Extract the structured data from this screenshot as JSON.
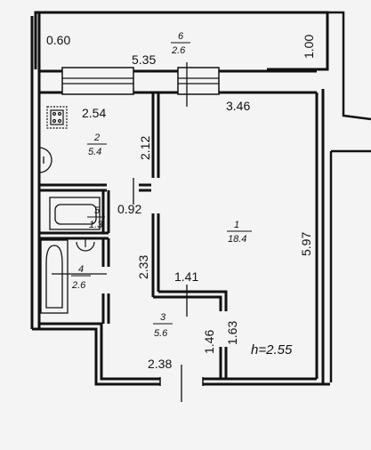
{
  "plan": {
    "ceiling_height": "h=2.55",
    "rooms": [
      {
        "number": "1",
        "area": "18.4"
      },
      {
        "number": "2",
        "area": "5.4"
      },
      {
        "number": "3",
        "area": "5.6"
      },
      {
        "number": "4",
        "area": "2.6"
      },
      {
        "number": "5",
        "area": "1.3"
      },
      {
        "number": "6",
        "area": "2.6"
      }
    ],
    "dimensions": {
      "balcony_depth_left": "0.60",
      "balcony_length": "5.35",
      "balcony_depth_right": "1.00",
      "kitchen_width": "2.54",
      "kitchen_depth": "2.12",
      "room_width": "3.46",
      "room_length": "5.97",
      "wc_width": "0.92",
      "bath_corridor": "2.33",
      "hall_top": "1.41",
      "hall_width": "2.38",
      "hall_side": "1.46",
      "room_notch": "1.63"
    }
  }
}
